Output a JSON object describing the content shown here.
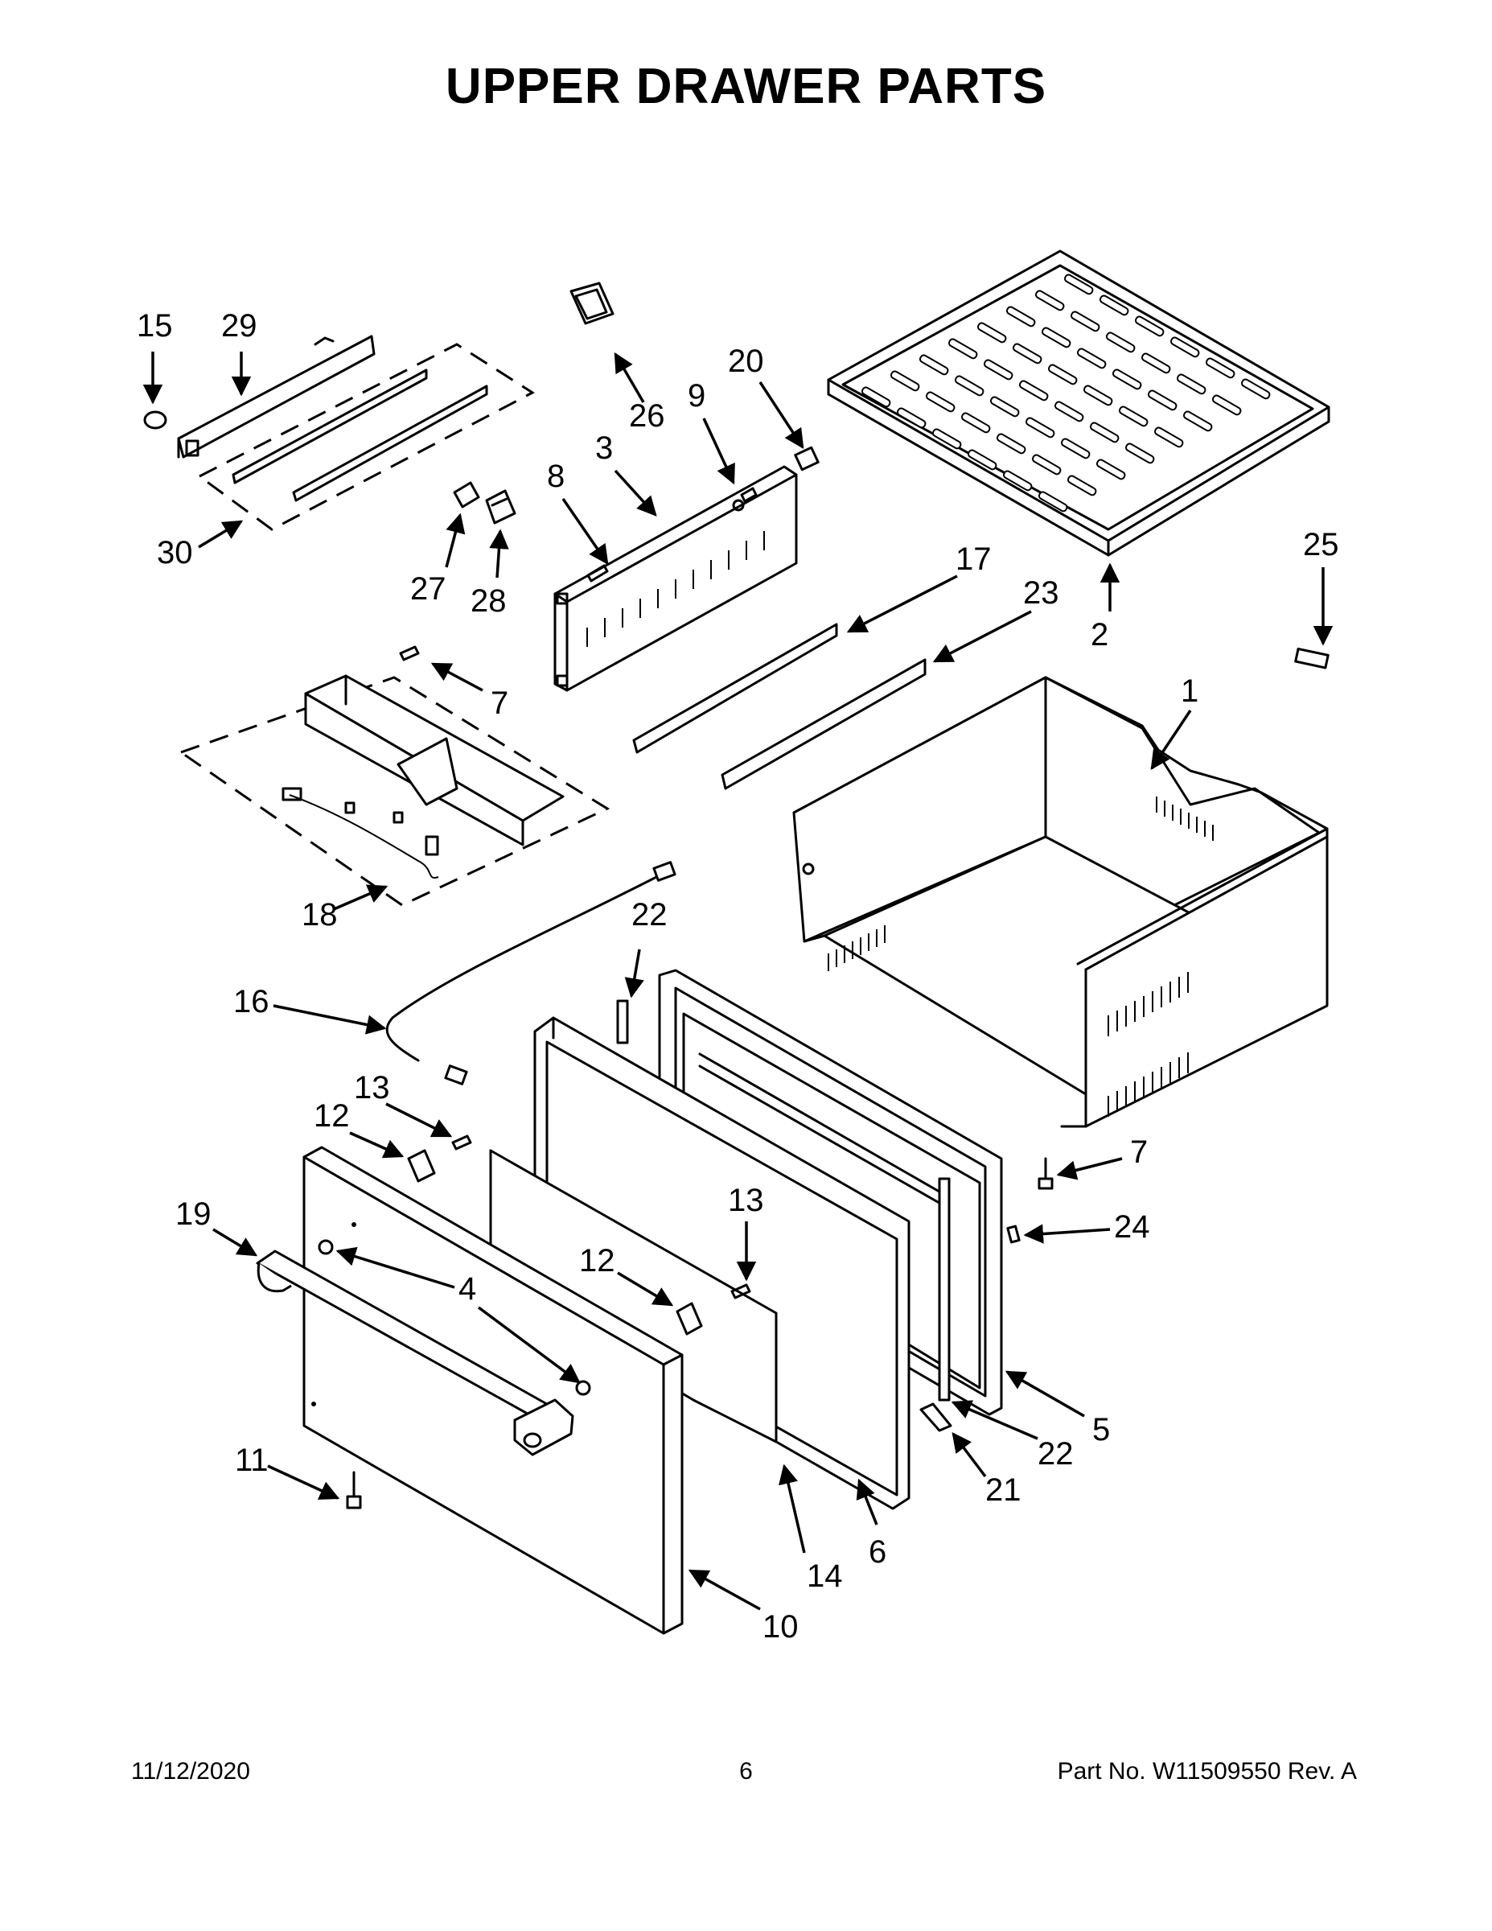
{
  "title": "UPPER DRAWER PARTS",
  "callouts": {
    "p1": "1",
    "p2": "2",
    "p3": "3",
    "p4": "4",
    "p5": "5",
    "p6": "6",
    "p7": "7",
    "p8": "8",
    "p9": "9",
    "p10": "10",
    "p11": "11",
    "p12": "12",
    "p13": "13",
    "p14": "14",
    "p15": "15",
    "p16": "16",
    "p17": "17",
    "p18": "18",
    "p19": "19",
    "p20": "20",
    "p21": "21",
    "p22": "22",
    "p23": "23",
    "p24": "24",
    "p25": "25",
    "p26": "26",
    "p27": "27",
    "p28": "28",
    "p29": "29",
    "p30": "30"
  },
  "footer": {
    "date": "11/12/2020",
    "page": "6",
    "part": "Part No.  W11509550  Rev.  A"
  }
}
